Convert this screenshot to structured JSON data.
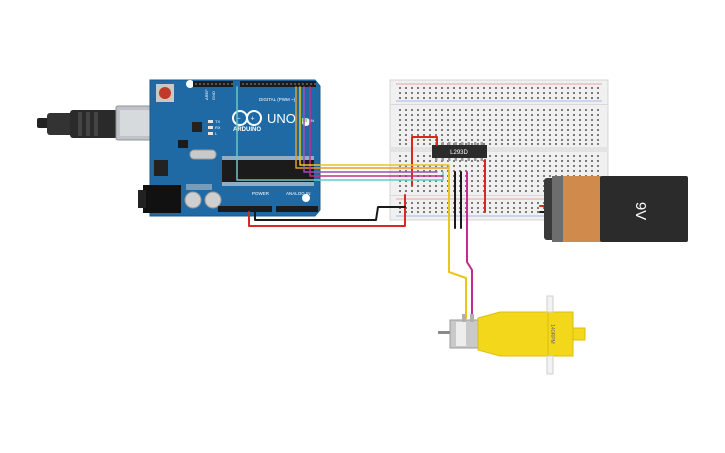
{
  "arduino": {
    "brand": "ARDUINO",
    "model": "UNO",
    "digital_label": "DIGITAL (PWM ~)",
    "power_label": "POWER",
    "analog_label": "ANALOG IN",
    "on_label": "ON",
    "tx_label": "TX",
    "rx_label": "RX",
    "l_label": "L",
    "aref_label": "AREF",
    "gnd_label": "GND",
    "board_color": "#1f6aa5"
  },
  "chip": {
    "label": "L293D"
  },
  "battery": {
    "label": "9V",
    "body_color": "#2b2b2b",
    "cap_color": "#d08a4c"
  },
  "motor": {
    "label": "140RPM",
    "body_color": "#f2d71b"
  },
  "wires": {
    "red": "#d52b1e",
    "black": "#1a1a1a",
    "yellow": "#e8c61a",
    "purple": "#9b4fb8",
    "magenta": "#c02d8f",
    "teal": "#6cc6c6",
    "orange": "#e89a2a"
  }
}
